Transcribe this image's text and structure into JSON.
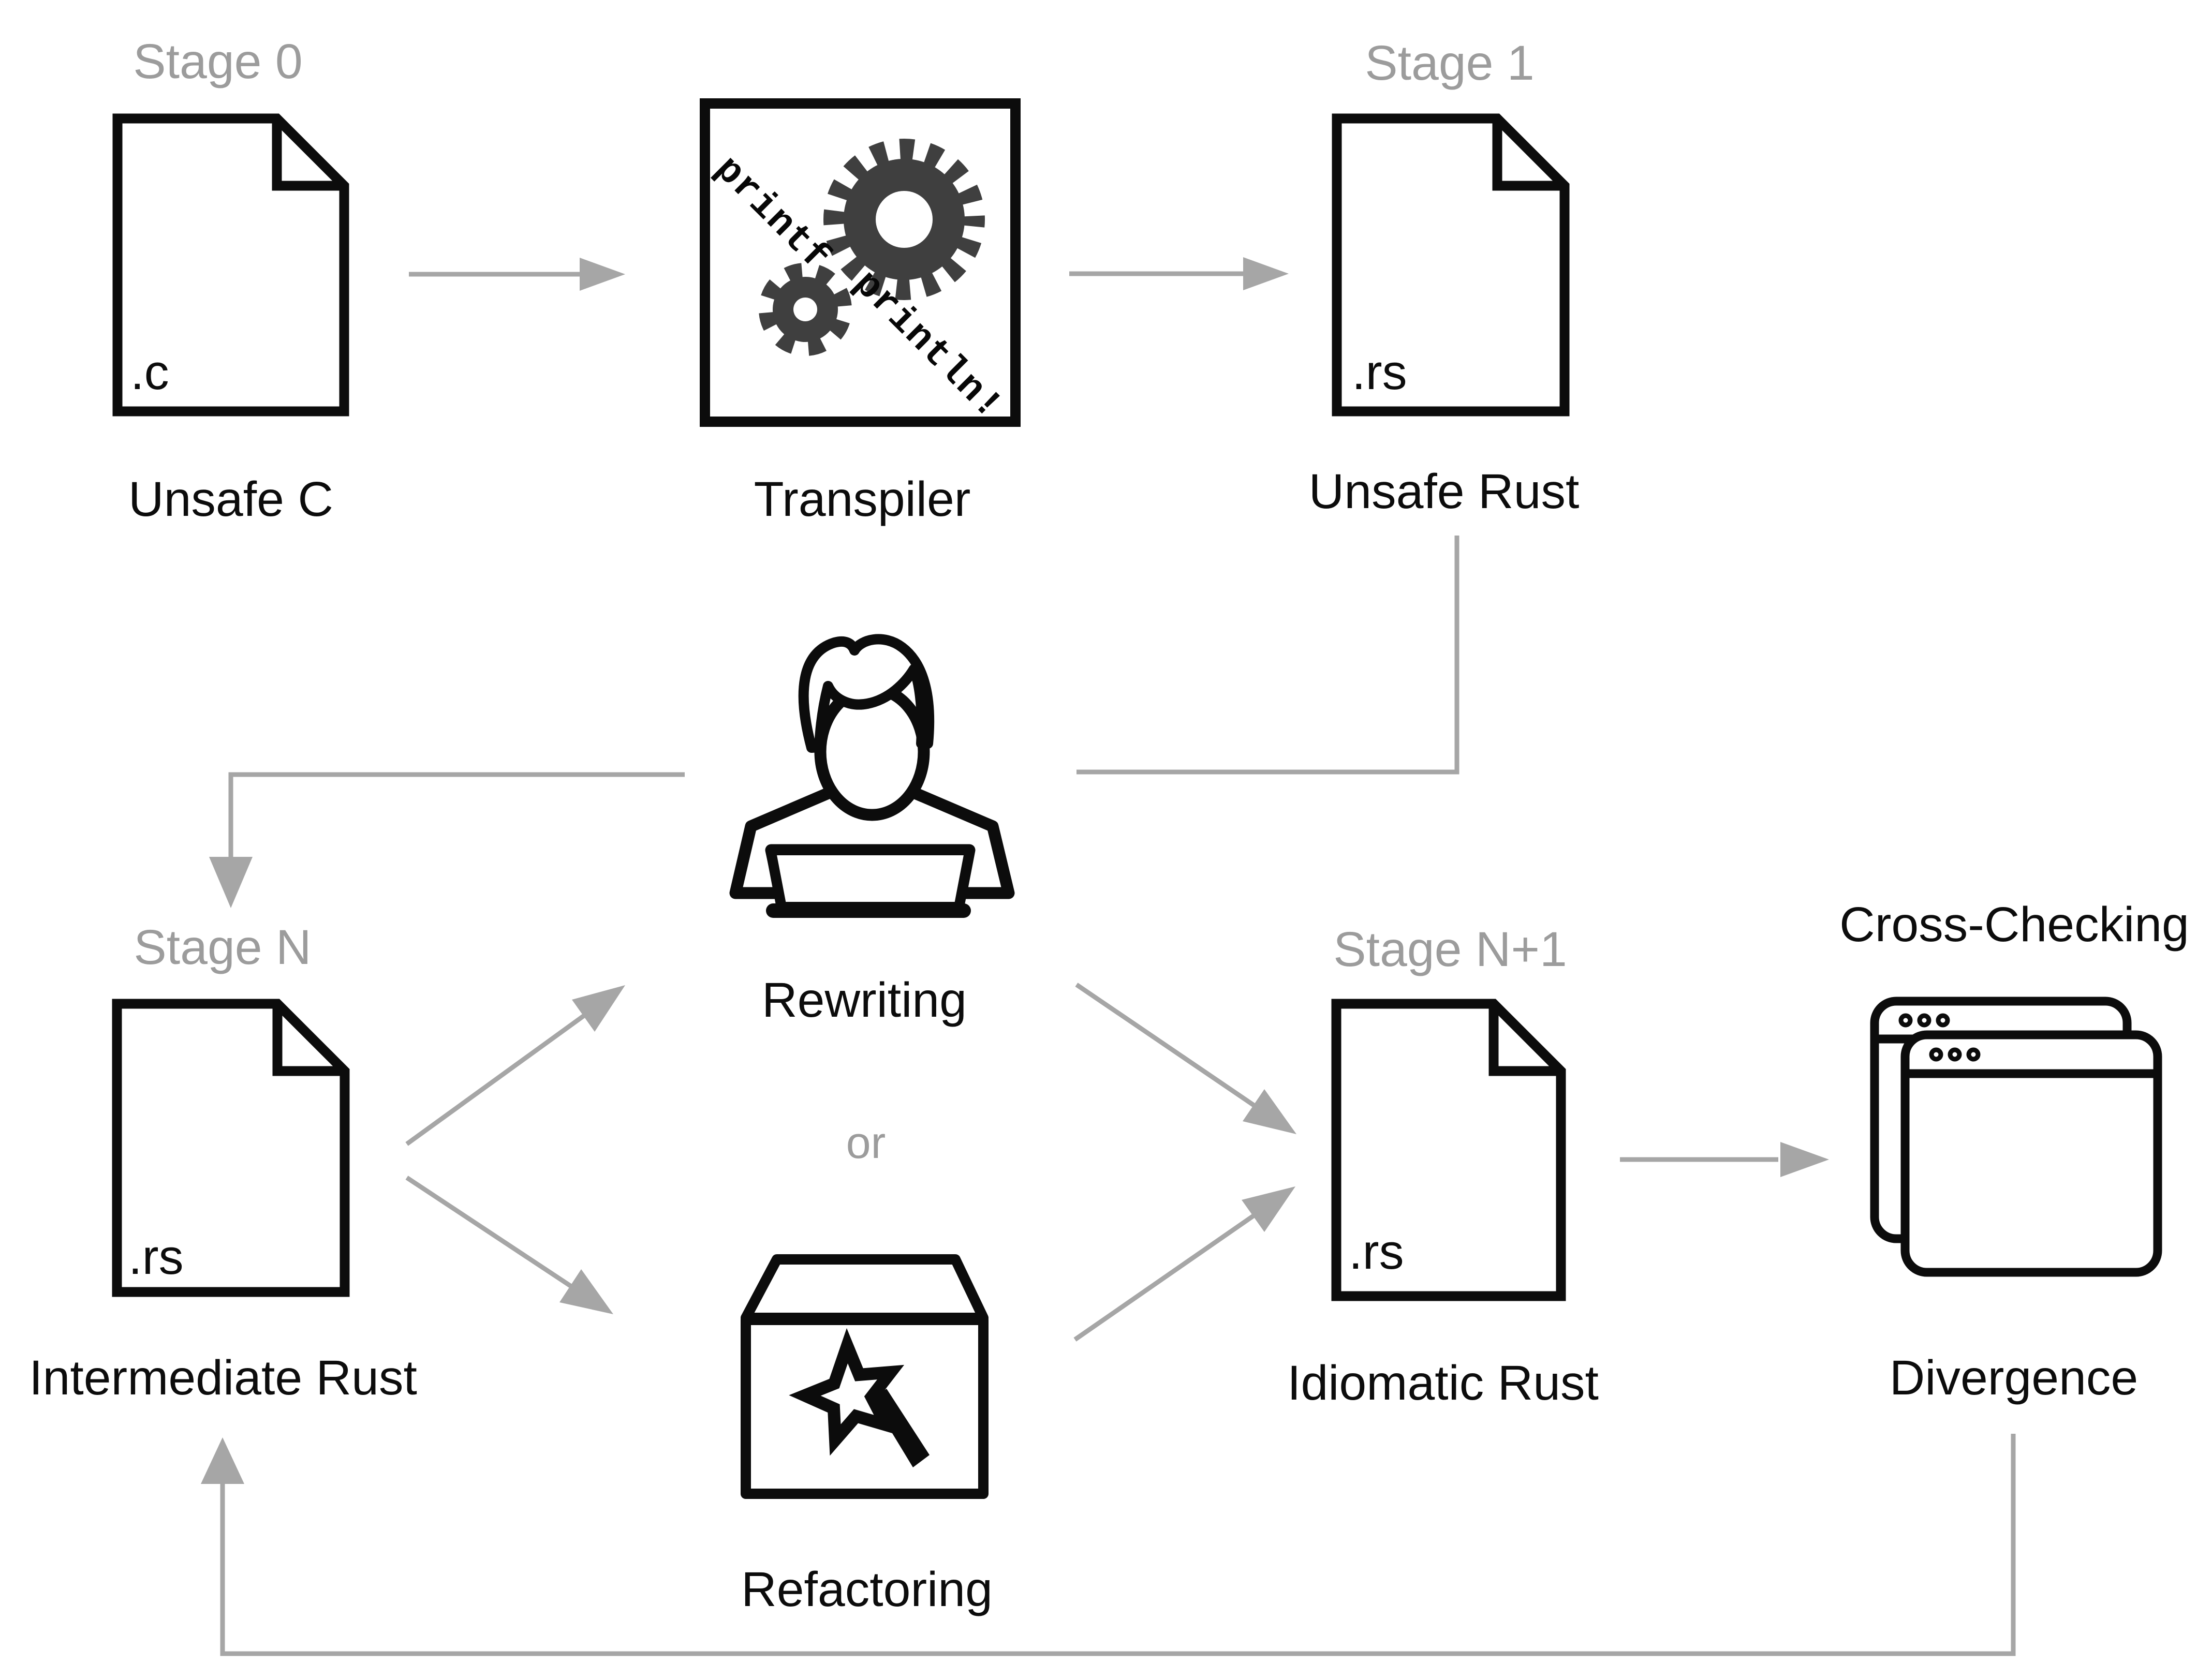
{
  "diagram": {
    "title_note": "C to Rust transpilation workflow diagram",
    "stages": {
      "stage0": "Stage 0",
      "stage1": "Stage 1",
      "stageN": "Stage N",
      "stageN1": "Stage N+1"
    },
    "nodes": {
      "unsafe_c": "Unsafe C",
      "transpiler": "Transpiler",
      "unsafe_rust": "Unsafe Rust",
      "rewriting": "Rewriting",
      "or": "or",
      "refactoring": "Refactoring",
      "intermediate_rust": "Intermediate Rust",
      "idiomatic_rust": "Idiomatic Rust",
      "cross_checking": "Cross-Checking",
      "divergence": "Divergence"
    },
    "file_badges": {
      "c": ".c",
      "rs": ".rs"
    },
    "transpiler_icon_text": {
      "left": "printf",
      "right": "println!"
    },
    "colors": {
      "black": "#0c0c0c",
      "line_gray": "#a6a6a6",
      "label_gray": "#9c9c9c",
      "gear_gray": "#3f3f3f",
      "background": "#ffffff"
    }
  }
}
